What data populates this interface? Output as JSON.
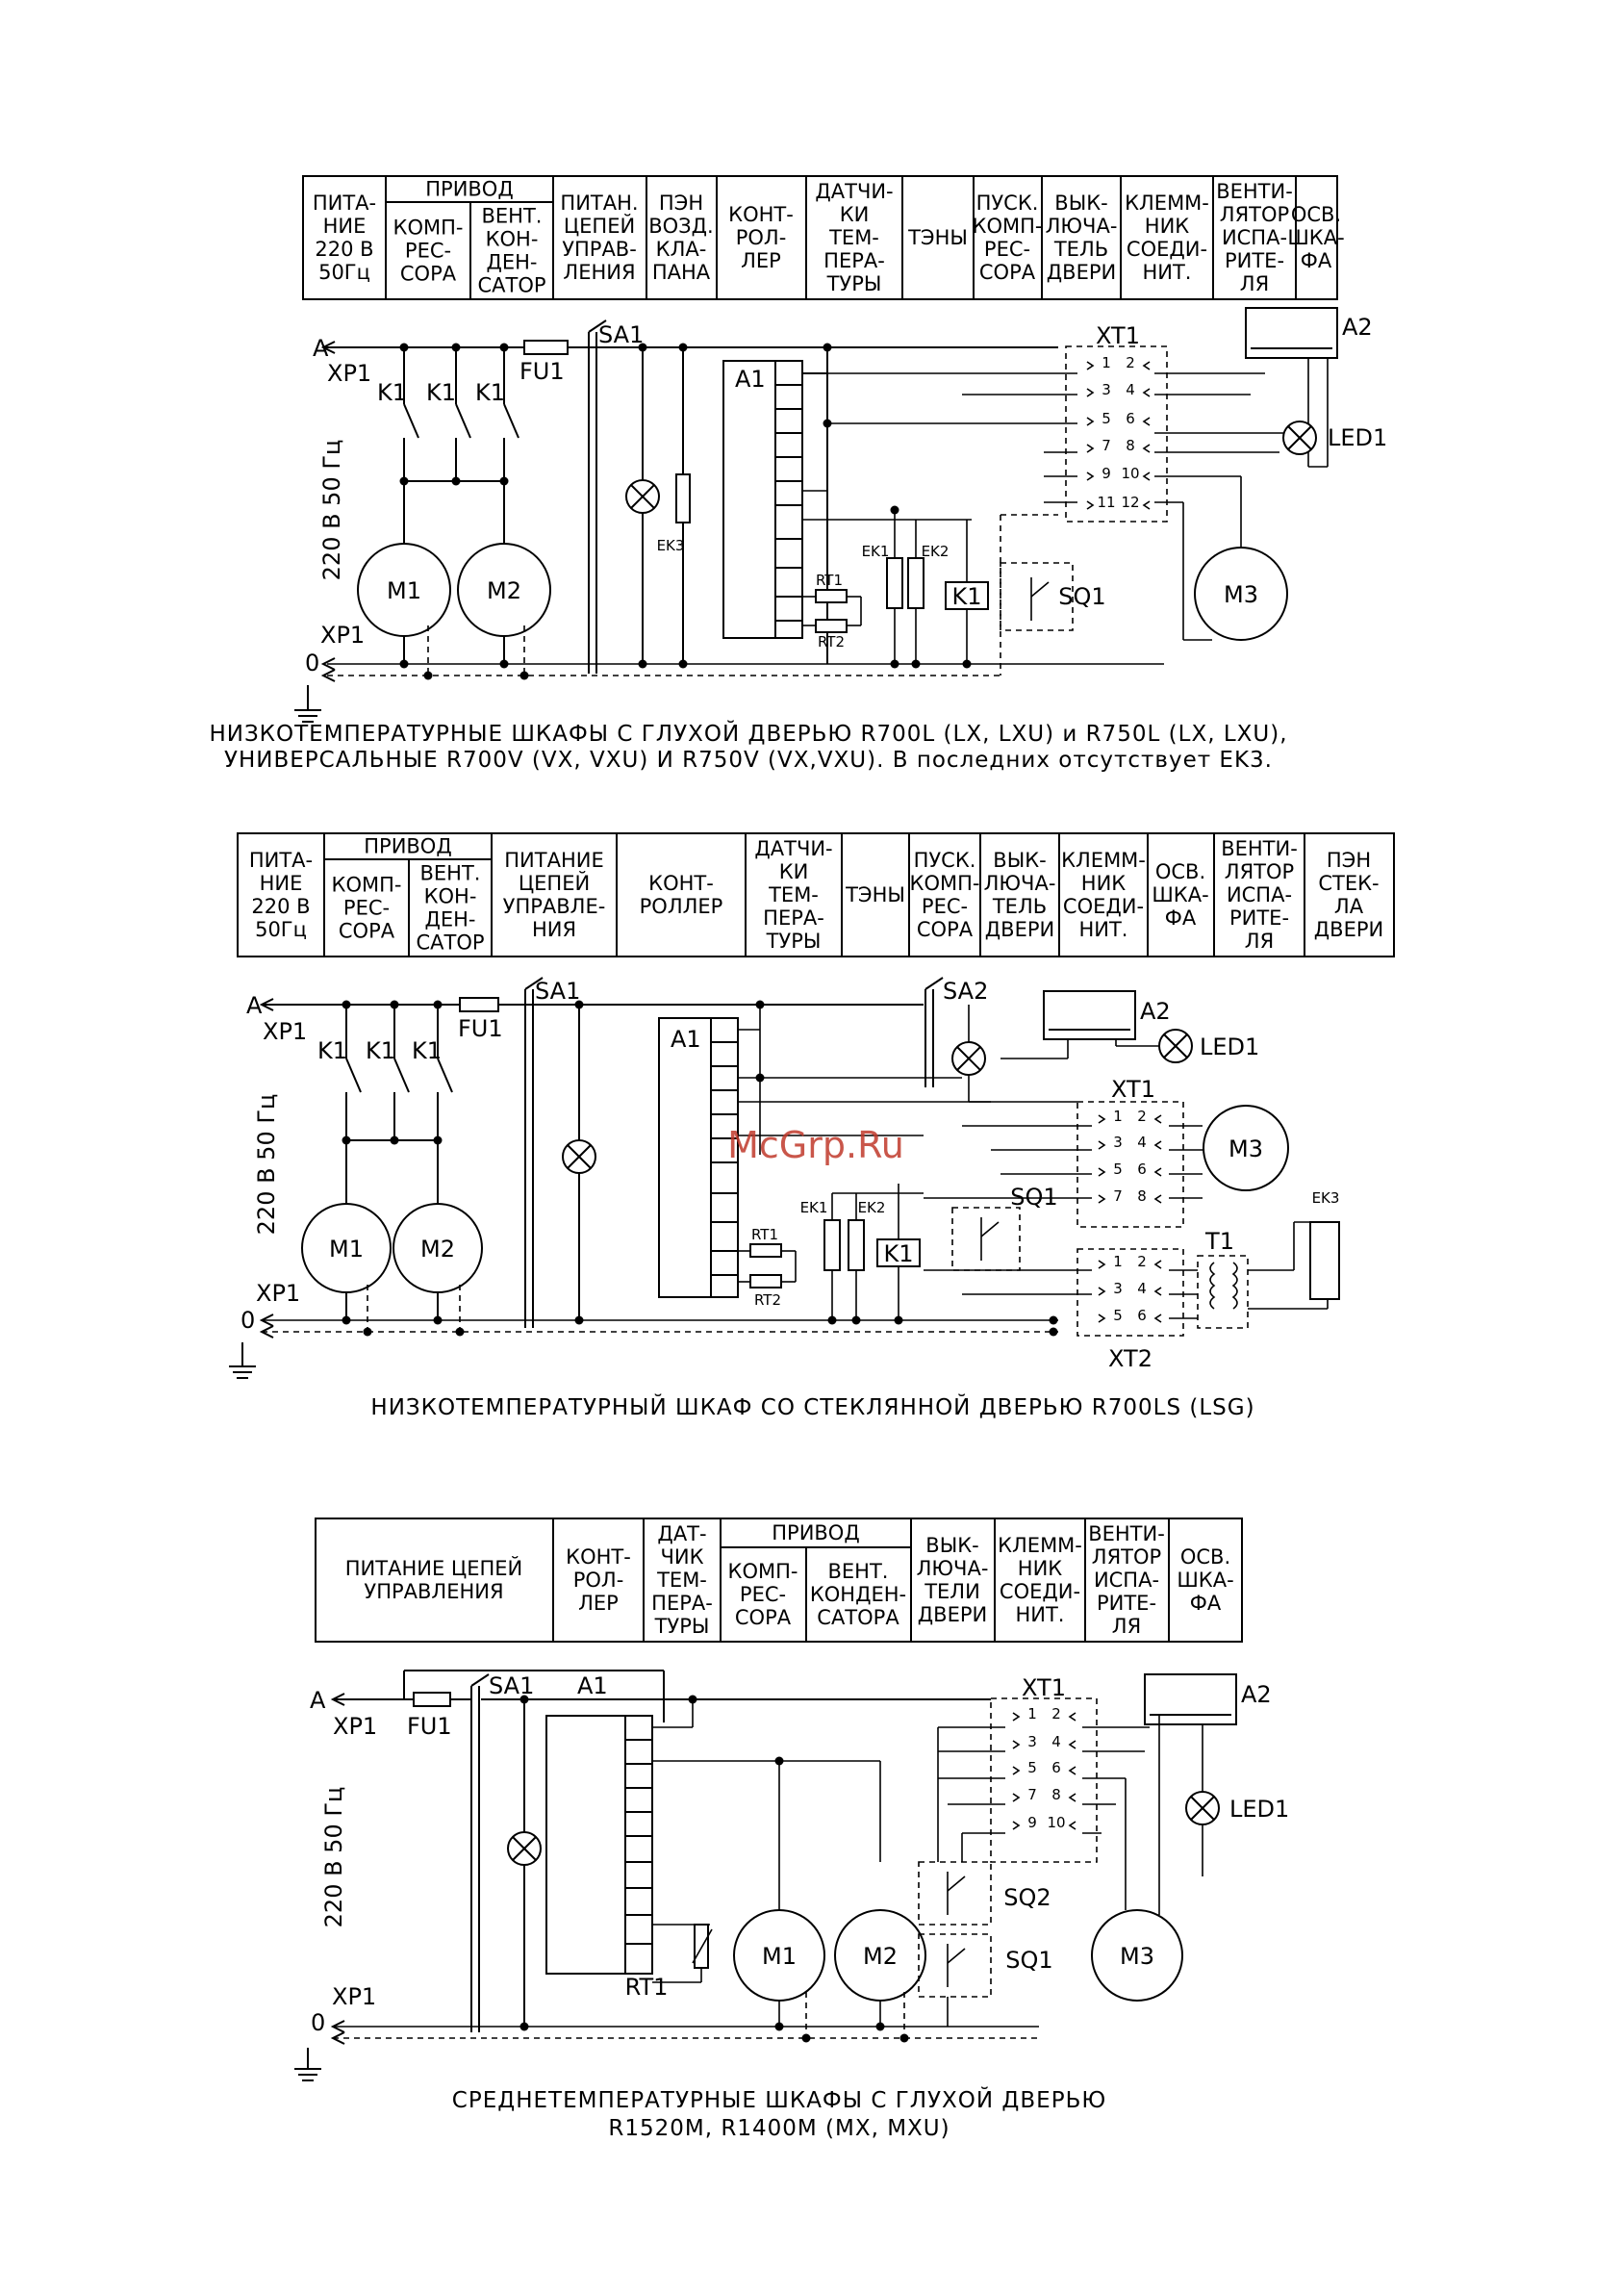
{
  "watermark": "McGrp.Ru",
  "diagrams": [
    {
      "header": [
        [
          "ПИТА-",
          "НИЕ",
          "220 В",
          "50Гц"
        ],
        [
          "ПРИВОД"
        ],
        [
          "КОМП-",
          "РЕС-",
          "СОРА"
        ],
        [
          "ВЕНТ.",
          "КОН-",
          "ДЕН-",
          "САТОР"
        ],
        [
          "ПИТАН.",
          "ЦЕПЕЙ",
          "УПРАВ-",
          "ЛЕНИЯ"
        ],
        [
          "ПЭН",
          "ВОЗД.",
          "КЛА-",
          "ПАНА"
        ],
        [
          "КОНТ-",
          "РОЛ-",
          "ЛЕР"
        ],
        [
          "ДАТЧИ-",
          "КИ",
          "ТЕМ-",
          "ПЕРА-",
          "ТУРЫ"
        ],
        [
          "ТЭНЫ"
        ],
        [
          "ПУСК.",
          "КОМП-",
          "РЕС-",
          "СОРА"
        ],
        [
          "ВЫК-",
          "ЛЮЧА-",
          "ТЕЛЬ",
          "ДВЕРИ"
        ],
        [
          "КЛЕММ-",
          "НИК",
          "СОЕДИ-",
          "НИТ."
        ],
        [
          "ВЕНТИ-",
          "ЛЯТОР",
          "ИСПА-",
          "РИТЕ-",
          "ЛЯ"
        ],
        [
          "ОСВ.",
          "ШКА-",
          "ФА"
        ]
      ],
      "labels": {
        "a": "A",
        "xp1": "XP1",
        "xp1b": "XP1",
        "zero": "0",
        "k1": "K1",
        "fu1": "FU1",
        "sa1": "SA1",
        "a1": "A1",
        "a2": "A2",
        "xt1": "XT1",
        "led1": "LED1",
        "m1": "M1",
        "m2": "M2",
        "m3": "M3",
        "ek1": "EK1",
        "ek2": "EK2",
        "ek3": "EK3",
        "rt1": "RT1",
        "rt2": "RT2",
        "sq1": "SQ1",
        "voltage": "220 В 50 Гц"
      },
      "terminals": [
        "1 2",
        "3 4",
        "5 6",
        "7 8",
        "9 10",
        "11 12"
      ],
      "caption": [
        "НИЗКОТЕМПЕРАТУРНЫЕ ШКАФЫ С ГЛУХОЙ ДВЕРЬЮ R700L (LX, LXU) и R750L (LX, LXU),",
        "УНИВЕРСАЛЬНЫЕ R700V (VX, VXU) И R750V (VX,VXU). В последних отсутствует EK3."
      ]
    },
    {
      "header": [
        [
          "ПИТА-",
          "НИЕ",
          "220 В",
          "50Гц"
        ],
        [
          "ПРИВОД"
        ],
        [
          "КОМП-",
          "РЕС-",
          "СОРА"
        ],
        [
          "ВЕНТ.",
          "КОН-",
          "ДЕН-",
          "САТОР"
        ],
        [
          "ПИТАНИЕ",
          "ЦЕПЕЙ",
          "УПРАВЛЕ-",
          "НИЯ"
        ],
        [
          "КОНТ-",
          "РОЛЛЕР"
        ],
        [
          "ДАТЧИ-",
          "КИ",
          "ТЕМ-",
          "ПЕРА-",
          "ТУРЫ"
        ],
        [
          "ТЭНЫ"
        ],
        [
          "ПУСК.",
          "КОМП-",
          "РЕС-",
          "СОРА"
        ],
        [
          "ВЫК-",
          "ЛЮЧА-",
          "ТЕЛЬ",
          "ДВЕРИ"
        ],
        [
          "КЛЕММ-",
          "НИК",
          "СОЕДИ-",
          "НИТ."
        ],
        [
          "ОСВ.",
          "ШКА-",
          "ФА"
        ],
        [
          "ВЕНТИ-",
          "ЛЯТОР",
          "ИСПА-",
          "РИТЕ-",
          "ЛЯ"
        ],
        [
          "ПЭН",
          "СТЕК-",
          "ЛА",
          "ДВЕРИ"
        ]
      ],
      "labels": {
        "a": "A",
        "xp1": "XP1",
        "xp1b": "XP1",
        "zero": "0",
        "k1": "K1",
        "fu1": "FU1",
        "sa1": "SA1",
        "sa2": "SA2",
        "a1": "A1",
        "a2": "A2",
        "xt1": "XT1",
        "xt2": "XT2",
        "t1": "T1",
        "led1": "LED1",
        "m1": "M1",
        "m2": "M2",
        "m3": "M3",
        "ek1": "EK1",
        "ek2": "EK2",
        "ek3": "EK3",
        "rt1": "RT1",
        "rt2": "RT2",
        "sq1": "SQ1",
        "voltage": "220 В 50 Гц"
      },
      "terminals": [
        "1 2",
        "3 4",
        "5 6",
        "7 8"
      ],
      "terminals2": [
        "1 2",
        "3 4",
        "5 6"
      ],
      "caption": [
        "НИЗКОТЕМПЕРАТУРНЫЙ ШКАФ СО СТЕКЛЯННОЙ ДВЕРЬЮ R700LS (LSG)"
      ]
    },
    {
      "header": [
        [
          "ПИТАНИЕ ЦЕПЕЙ",
          "УПРАВЛЕНИЯ"
        ],
        [
          "КОНТ-",
          "РОЛ-",
          "ЛЕР"
        ],
        [
          "ДАТ-",
          "ЧИК",
          "ТЕМ-",
          "ПЕРА-",
          "ТУРЫ"
        ],
        [
          "ПРИВОД"
        ],
        [
          "КОМП-",
          "РЕС-",
          "СОРА"
        ],
        [
          "ВЕНТ.",
          "КОНДЕН-",
          "САТОРА"
        ],
        [
          "ВЫК-",
          "ЛЮЧА-",
          "ТЕЛИ",
          "ДВЕРИ"
        ],
        [
          "КЛЕММ-",
          "НИК",
          "СОЕДИ-",
          "НИТ."
        ],
        [
          "ВЕНТИ-",
          "ЛЯТОР",
          "ИСПА-",
          "РИТЕ-",
          "ЛЯ"
        ],
        [
          "ОСВ.",
          "ШКА-",
          "ФА"
        ]
      ],
      "labels": {
        "a": "A",
        "xp1": "XP1",
        "xp1b": "XP1",
        "zero": "0",
        "fu1": "FU1",
        "sa1": "SA1",
        "a1": "A1",
        "a2": "A2",
        "xt1": "XT1",
        "led1": "LED1",
        "m1": "M1",
        "m2": "M2",
        "m3": "M3",
        "rt1": "RT1",
        "sq1": "SQ1",
        "sq2": "SQ2",
        "voltage": "220 В 50 Гц"
      },
      "terminals": [
        "1 2",
        "3 4",
        "5 6",
        "7 8",
        "9 10"
      ],
      "caption": [
        "СРЕДНЕТЕМПЕРАТУРНЫЕ ШКАФЫ С ГЛУХОЙ ДВЕРЬЮ",
        "R1520M, R1400M (MX, MXU)"
      ]
    }
  ]
}
